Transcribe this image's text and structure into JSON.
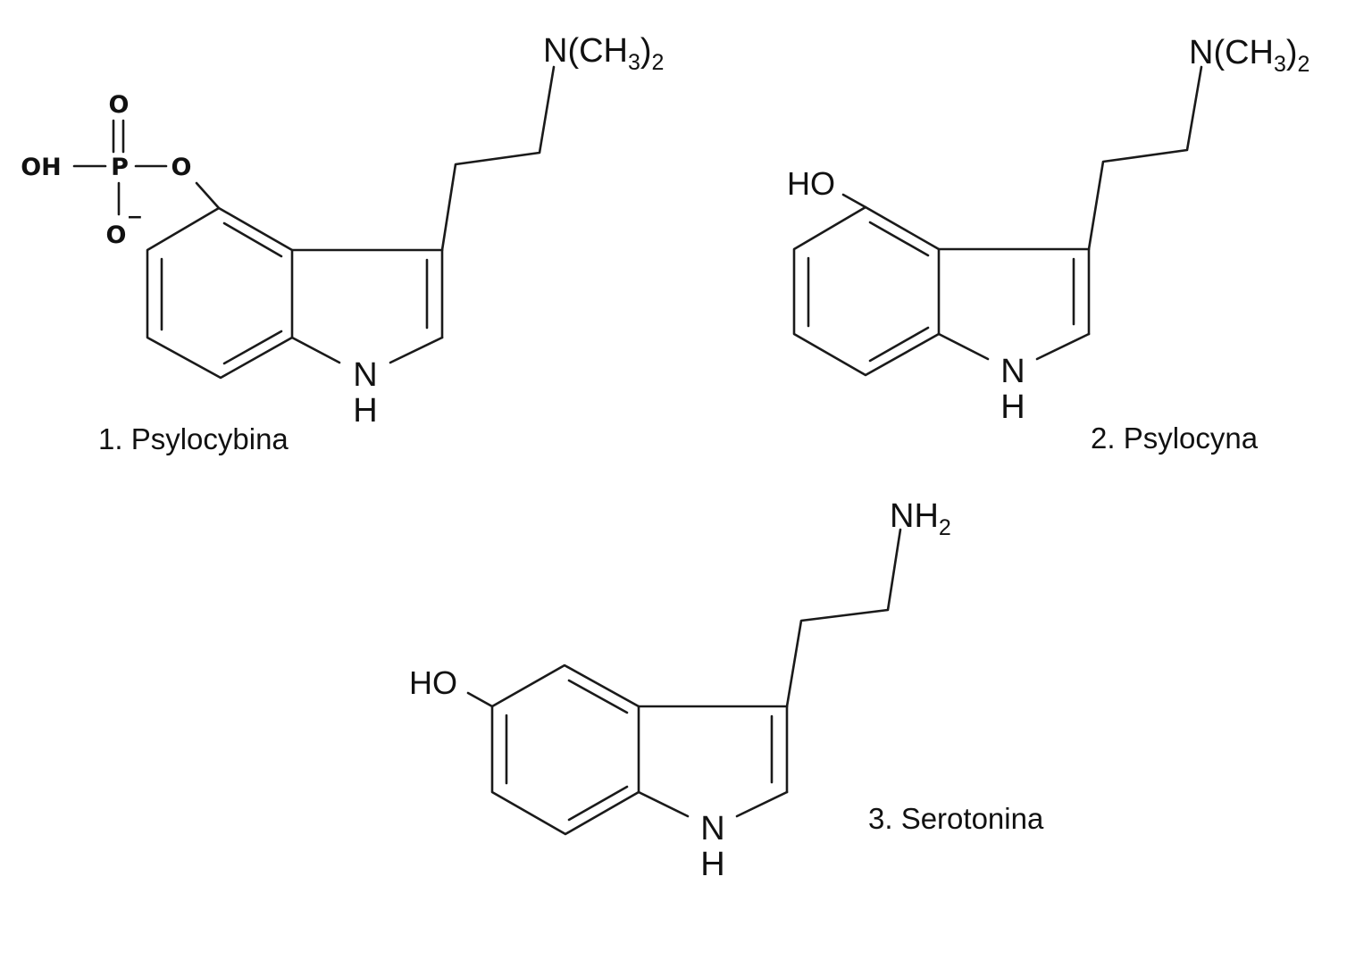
{
  "molecules": [
    {
      "caption": "1.  Psylocybina",
      "amine_main": "N(CH",
      "amine_sub1": "3",
      "amine_mid": ")",
      "amine_sub2": "2",
      "ring_n": "N",
      "ring_h": "H",
      "phosphate": {
        "oh": "OH",
        "p": "P",
        "o_double": "O",
        "o_ester": "O",
        "o_minus": "O",
        "charge": "−"
      }
    },
    {
      "caption": "2. Psylocyna",
      "amine_main": "N(CH",
      "amine_sub1": "3",
      "amine_mid": ")",
      "amine_sub2": "2",
      "ring_n": "N",
      "ring_h": "H",
      "hydroxyl": "HO"
    },
    {
      "caption": "3. Serotonina",
      "amine_main": "NH",
      "amine_sub1": "2",
      "ring_n": "N",
      "ring_h": "H",
      "hydroxyl": "HO"
    }
  ]
}
